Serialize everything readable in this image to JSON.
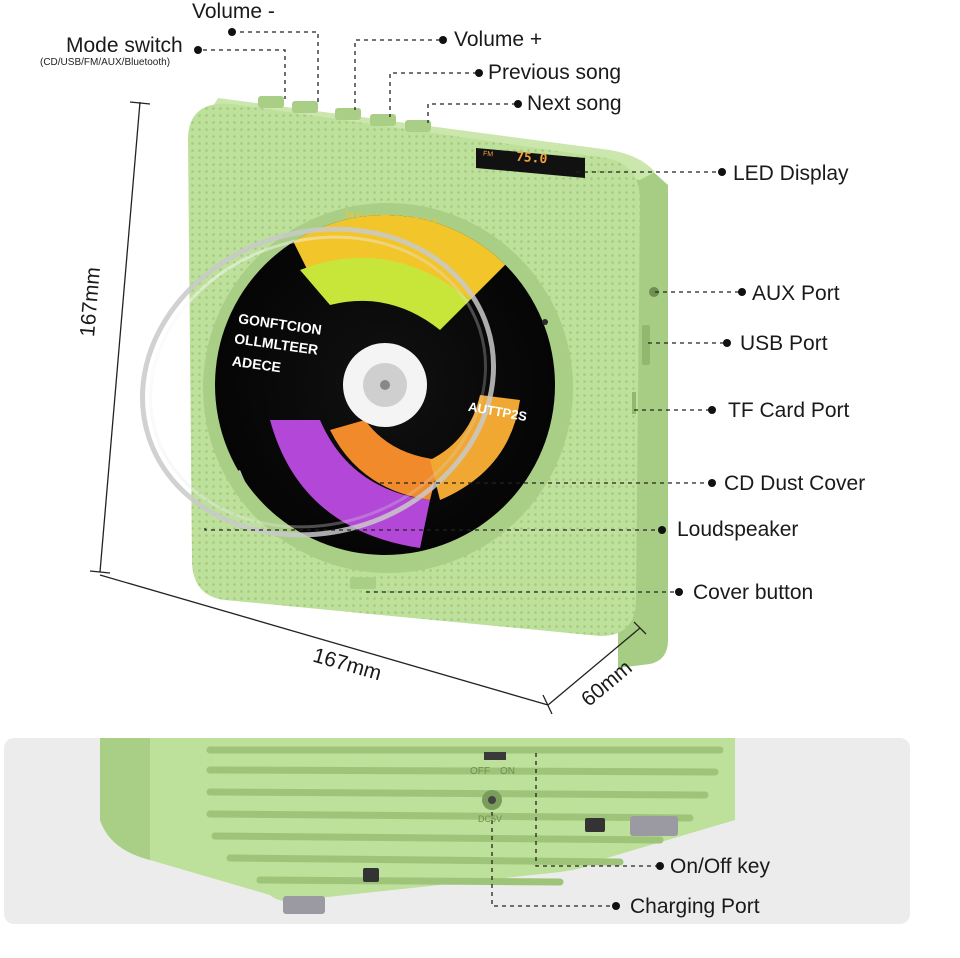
{
  "callouts": {
    "volume_minus": "Volume -",
    "mode_switch": "Mode switch",
    "mode_switch_detail": "(CD/USB/FM/AUX/Bluetooth)",
    "volume_plus": "Volume +",
    "previous_song": "Previous song",
    "next_song": "Next song",
    "led_display": "LED Display",
    "aux_port": "AUX Port",
    "usb_port": "USB Port",
    "tf_card_port": "TF Card Port",
    "cd_dust_cover": "CD Dust Cover",
    "loudspeaker": "Loudspeaker",
    "cover_button": "Cover button",
    "on_off_key": "On/Off key",
    "charging_port": "Charging Port"
  },
  "dimensions": {
    "height": "167mm",
    "width": "167mm",
    "depth": "60mm"
  },
  "device": {
    "display_mode": "FM",
    "display_value": "75.0",
    "switch_off": "OFF",
    "switch_on": "ON",
    "port_label": "DC5V"
  },
  "disc": {
    "brand": "MFALGWIDDE",
    "line1": "GONFTCION",
    "line2": "OLLMLTEER",
    "line3": "ADECE",
    "side_text": "AUTTP2S"
  },
  "colors": {
    "body_green": "#b9dd96",
    "body_green_dark": "#9ec47a",
    "panel_bg": "#ececec",
    "display_bg": "#101010",
    "display_text": "#f2a340"
  }
}
